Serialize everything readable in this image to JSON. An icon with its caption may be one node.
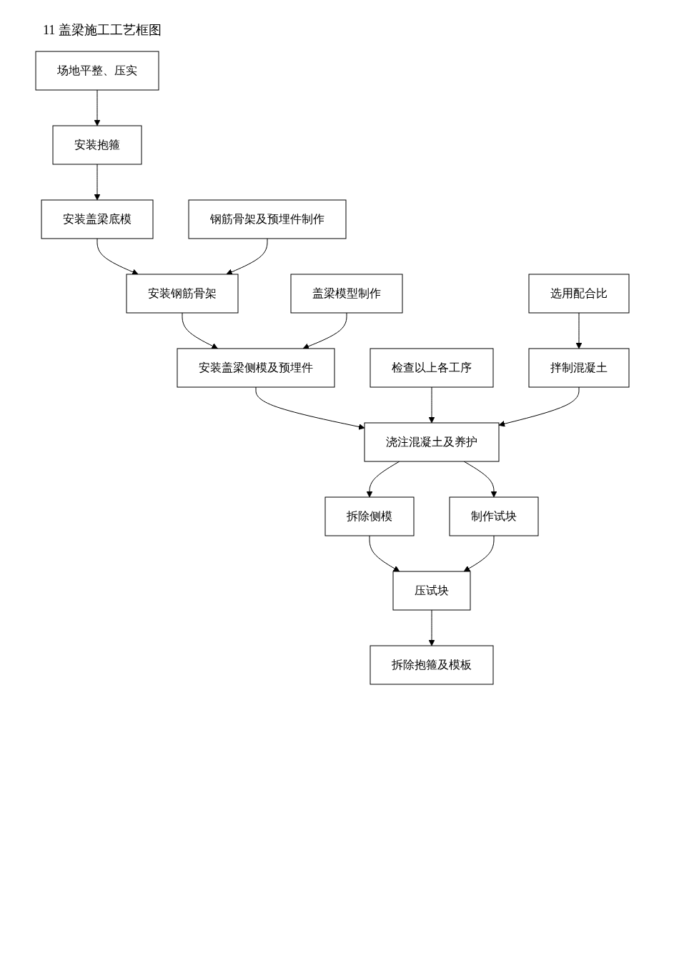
{
  "diagram": {
    "title": "11 盖梁施工工艺框图",
    "nodes": [
      {
        "text": [
          "场地平整、压实"
        ]
      },
      {
        "text": [
          "安装抱箍"
        ]
      },
      {
        "text": [
          "安装盖梁底模"
        ]
      },
      {
        "text": [
          "安装钢筋骨架"
        ]
      },
      {
        "text": [
          "安装盖梁侧模及预埋件"
        ]
      },
      {
        "text": [
          "浇注混凝土及养护"
        ]
      },
      {
        "text": [
          "拆除侧模"
        ]
      },
      {
        "text": [
          "压试块"
        ]
      },
      {
        "text": [
          "拆除抱箍及模板"
        ]
      },
      {
        "text": [
          "选用配合比"
        ]
      },
      {
        "text": [
          "拌制混凝土"
        ]
      },
      {
        "text": [
          "钢筋骨架及预埋件制作"
        ]
      },
      {
        "text": [
          "盖梁模型制作"
        ]
      },
      {
        "text": [
          "检查以上各工序"
        ]
      },
      {
        "text": [
          "制作试块"
        ]
      }
    ],
    "edges": [
      {
        "from": 0,
        "to": 1,
        "arrow": "to"
      },
      {
        "from": 1,
        "to": 2,
        "arrow": "to"
      },
      {
        "from": 2,
        "to": 3,
        "arrow": "to"
      },
      {
        "from": 11,
        "to": 3,
        "arrow": "to"
      },
      {
        "from": 3,
        "to": 4,
        "arrow": "to"
      },
      {
        "from": 12,
        "to": 4,
        "arrow": "to"
      },
      {
        "from": 4,
        "to": 5,
        "arrow": "to"
      },
      {
        "from": 13,
        "to": 5,
        "arrow": "to"
      },
      {
        "from": 9,
        "to": 10,
        "arrow": "to"
      },
      {
        "from": 10,
        "to": 5,
        "arrow": "to"
      },
      {
        "from": 5,
        "to": 14,
        "arrow": "to"
      },
      {
        "from": 5,
        "to": 6,
        "arrow": "to"
      },
      {
        "from": 6,
        "to": 7,
        "arrow": "to"
      },
      {
        "from": 14,
        "to": 7,
        "arrow": "to"
      },
      {
        "from": 7,
        "to": 8,
        "arrow": "to"
      }
    ]
  }
}
